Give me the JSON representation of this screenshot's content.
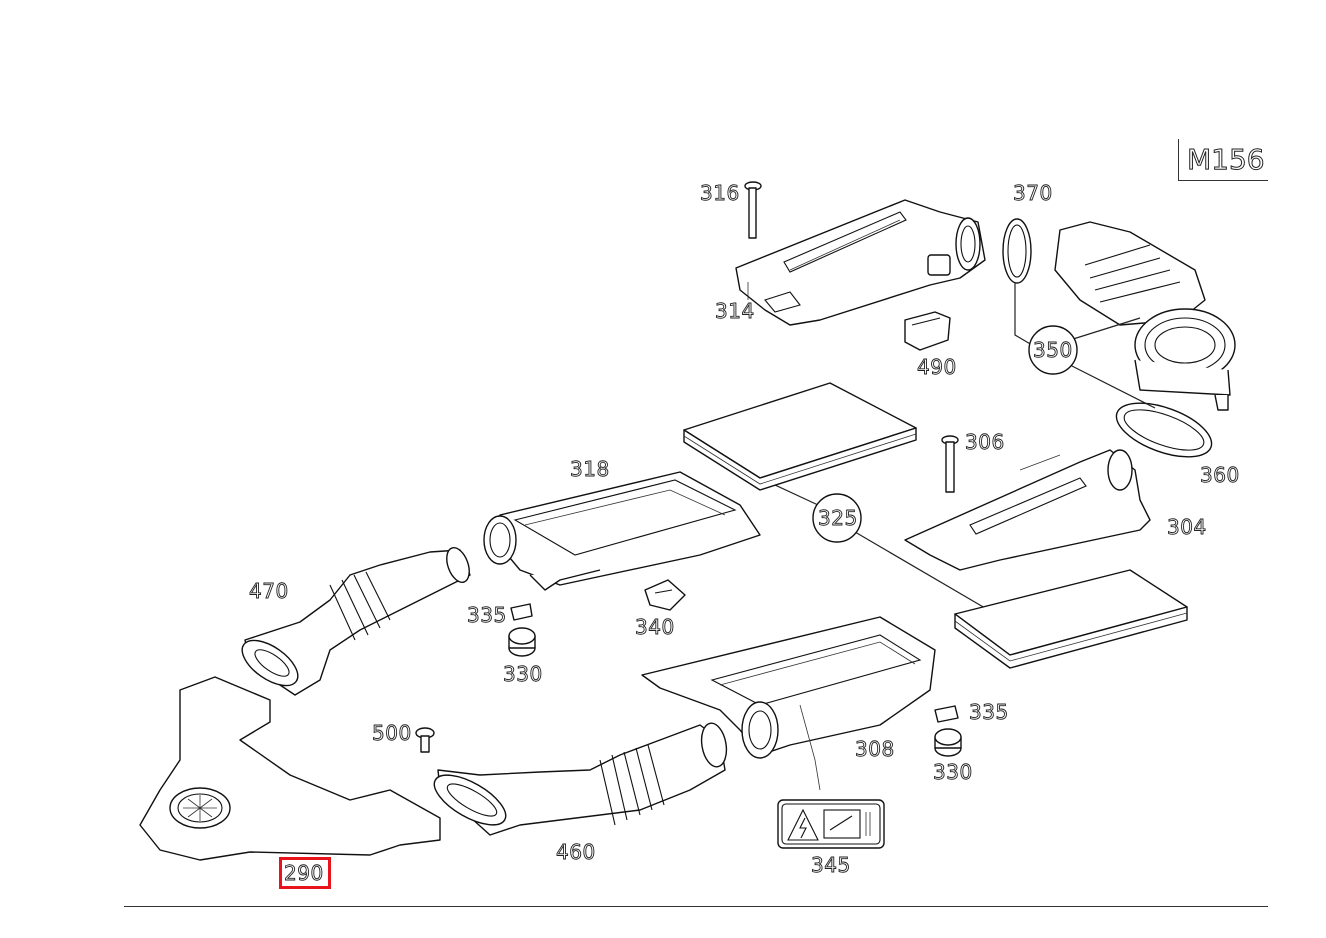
{
  "model_code": "M156",
  "callouts": [
    {
      "id": "316",
      "text": "316"
    },
    {
      "id": "370",
      "text": "370"
    },
    {
      "id": "314",
      "text": "314"
    },
    {
      "id": "490",
      "text": "490"
    },
    {
      "id": "350",
      "text": "350"
    },
    {
      "id": "306",
      "text": "306"
    },
    {
      "id": "360",
      "text": "360"
    },
    {
      "id": "318",
      "text": "318"
    },
    {
      "id": "325",
      "text": "325"
    },
    {
      "id": "304",
      "text": "304"
    },
    {
      "id": "470",
      "text": "470"
    },
    {
      "id": "335a",
      "text": "335"
    },
    {
      "id": "340",
      "text": "340"
    },
    {
      "id": "330a",
      "text": "330"
    },
    {
      "id": "335b",
      "text": "335"
    },
    {
      "id": "500",
      "text": "500"
    },
    {
      "id": "308",
      "text": "308"
    },
    {
      "id": "330b",
      "text": "330"
    },
    {
      "id": "460",
      "text": "460"
    },
    {
      "id": "345",
      "text": "345"
    },
    {
      "id": "290",
      "text": "290"
    }
  ],
  "highlighted_callout": "290",
  "highlight_color": "#e8141c",
  "line_color": "#111111"
}
